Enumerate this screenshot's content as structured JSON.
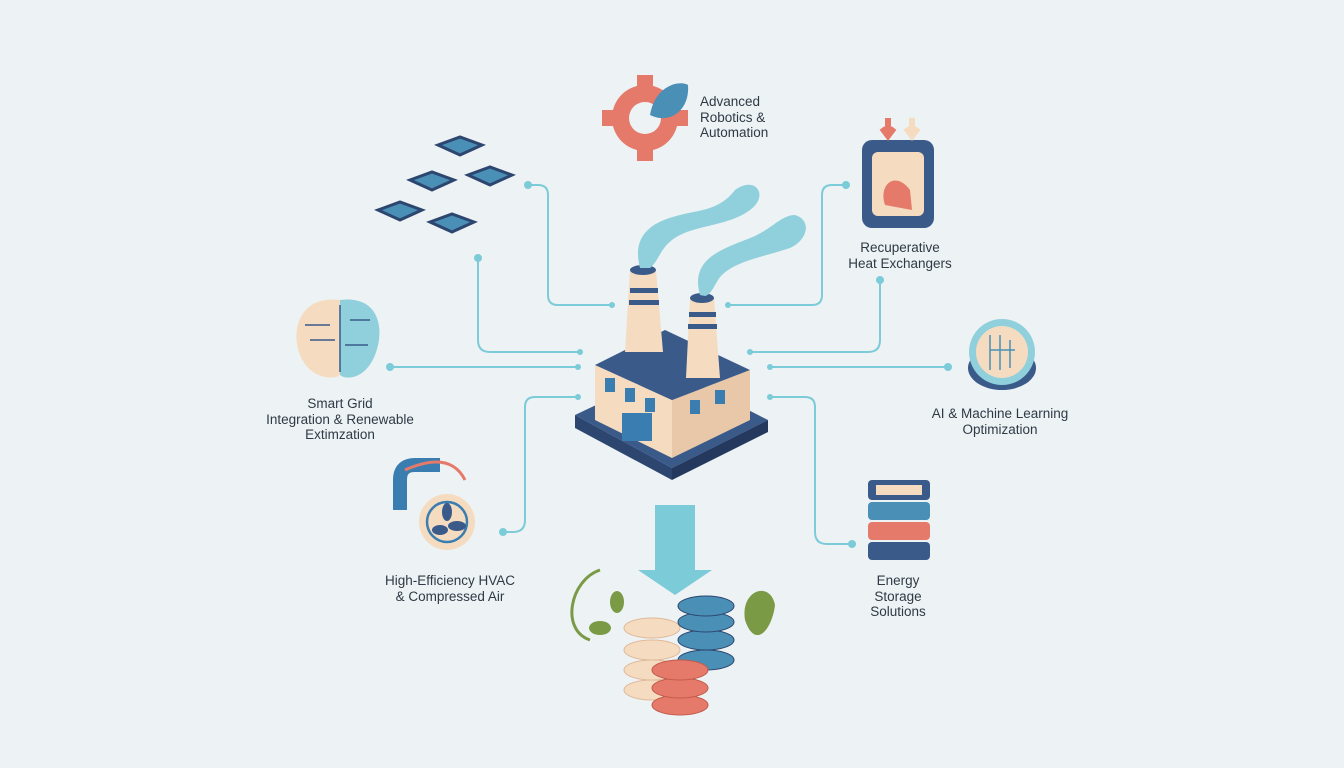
{
  "labels": {
    "robotics": "Advanced\nRobotics &\nAutomation",
    "heat": "Recuperative\nHeat Exchangers",
    "smart_grid": "Smart Grid\nIntegration & Renewable\nExtimzation",
    "ai": "AI & Machine Learning\nOptimization",
    "hvac": "High-Efficiency HVAC\n& Compressed Air",
    "storage": "Energy\nStorage\nSolutions"
  },
  "colors": {
    "accent": "#7ccbd8",
    "navy": "#3a5a8a",
    "coral": "#e57a6a",
    "cream": "#f5dcc0",
    "blue": "#4a8fb5",
    "green": "#7a9a45"
  }
}
